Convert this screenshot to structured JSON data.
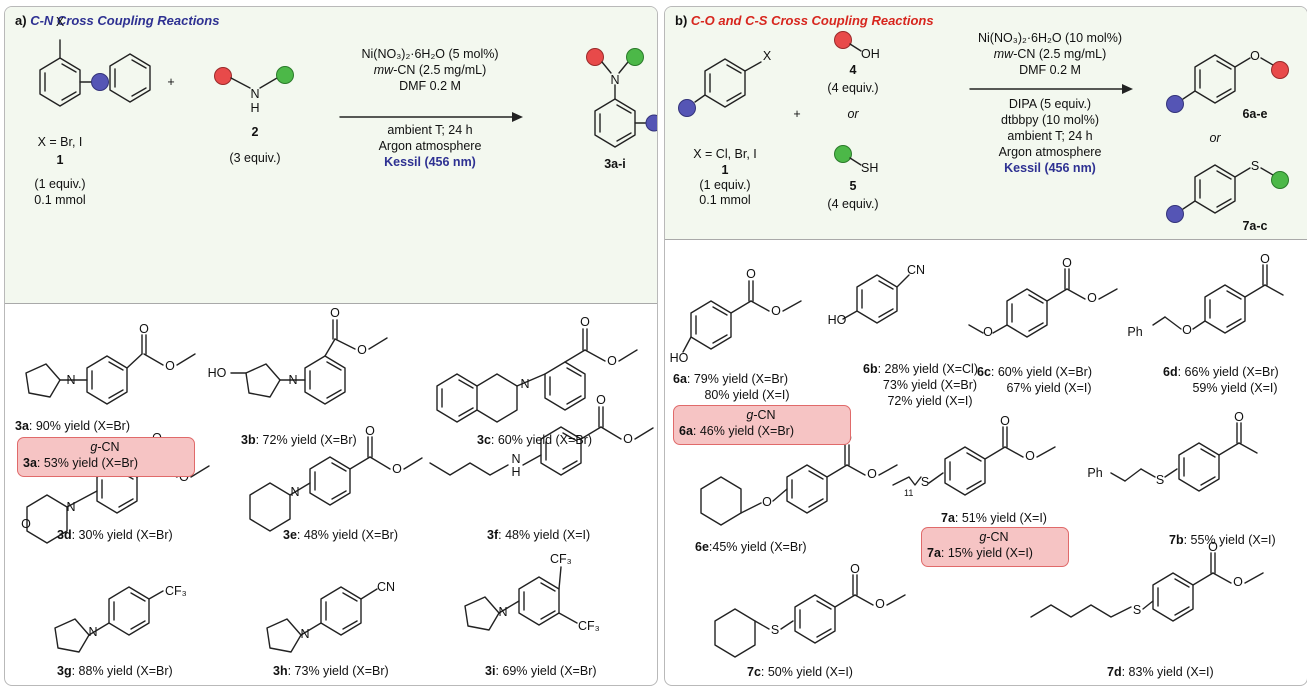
{
  "colors": {
    "accent_blue": "#2e3192",
    "accent_red": "#d7261e",
    "header_bg": "#f3f8ef",
    "badge_bg": "#f6c4c4",
    "badge_border": "#e06a6a",
    "ball_red": "#e84a4a",
    "ball_green": "#4cb848",
    "ball_blue": "#5555b5"
  },
  "panel_a": {
    "label": "a)",
    "heading": "C-N Cross Coupling Reactions",
    "x_group": "X",
    "x_def": "X = Br, I",
    "cmp1": "1",
    "eq1": "(1 equiv.)",
    "mmol": "0.1 mmol",
    "plus": "+",
    "nh": "N",
    "h": "H",
    "cmp2": "2",
    "eq2": "(3 equiv.)",
    "cond1": "Ni(NO₃)₂·6H₂O (5 mol%)",
    "cond2a": "mw",
    "cond2b": "-CN (2.5 mg/mL)",
    "cond3": "DMF 0.2 M",
    "cond4": "ambient T; 24 h",
    "cond5": "Argon atmosphere",
    "cond6": "Kessil (456 nm)",
    "prod_n": "N",
    "prod": "3a-i",
    "products": [
      {
        "id": "3a",
        "yield": ": 90% yield (X=Br)"
      },
      {
        "id": "3b",
        "yield": ": 72% yield (X=Br)"
      },
      {
        "id": "3c",
        "yield": ": 60% yield (X=Br)"
      },
      {
        "id": "3d",
        "yield": ": 30% yield (X=Br)"
      },
      {
        "id": "3e",
        "yield": ": 48% yield (X=Br)"
      },
      {
        "id": "3f",
        "yield": ": 48% yield (X=I)"
      },
      {
        "id": "3g",
        "yield": ": 88% yield (X=Br)"
      },
      {
        "id": "3h",
        "yield": ": 73% yield (X=Br)"
      },
      {
        "id": "3i",
        "yield": ": 69% yield (X=Br)"
      }
    ],
    "gcn": {
      "g": "g",
      "cn": "-CN",
      "id": "3a",
      "yield": ": 53% yield (X=Br)"
    },
    "atoms": {
      "O": "O",
      "N": "N",
      "HO": "HO",
      "H": "H",
      "CF3": "CF₃",
      "CN": "CN"
    }
  },
  "panel_b": {
    "label": "b)",
    "heading": "C-O and C-S Cross Coupling Reactions",
    "x_group": "X",
    "x_def": "X = Cl, Br, I",
    "cmp1": "1",
    "eq1": "(1 equiv.)",
    "mmol": "0.1 mmol",
    "plus": "+",
    "oh": "OH",
    "cmp4": "4",
    "eq4": "(4 equiv.)",
    "or": "or",
    "sh": "SH",
    "cmp5": "5",
    "eq5": "(4 equiv.)",
    "cond1": "Ni(NO₃)₂·6H₂O (10 mol%)",
    "cond2a": "mw",
    "cond2b": "-CN (2.5 mg/mL)",
    "cond3": "DMF 0.2 M",
    "cond4": "DIPA (5 equiv.)",
    "cond5": "dtbbpy (10 mol%)",
    "cond6": "ambient T; 24 h",
    "cond7": "Argon atmosphere",
    "cond8": "Kessil (456 nm)",
    "prod_o": "O",
    "prod6": "6a-e",
    "prod_or": "or",
    "prod_s": "S",
    "prod7": "7a-c",
    "p6a": {
      "id": "6a",
      "y1": ": 79% yield (X=Br)",
      "y2": "80% yield (X=I)"
    },
    "gcn6a": {
      "g": "g",
      "cn": "-CN",
      "id": "6a",
      "yield": ": 46% yield (X=Br)"
    },
    "p6b": {
      "id": "6b",
      "y1": ": 28% yield (X=Cl)",
      "y2": "73% yield (X=Br)",
      "y3": "72% yield (X=I)"
    },
    "p6c": {
      "id": "6c",
      "y1": ": 60% yield (X=Br)",
      "y2": "67% yield (X=I)"
    },
    "p6d": {
      "id": "6d",
      "y1": ": 66% yield (X=Br)",
      "y2": "59% yield (X=I)"
    },
    "p6e": {
      "id": "6e",
      "y1": ":45% yield (X=Br)"
    },
    "p7a": {
      "id": "7a",
      "y1": ": 51% yield (X=I)"
    },
    "gcn7a": {
      "g": "g",
      "cn": "-CN",
      "id": "7a",
      "yield": ": 15% yield (X=I)"
    },
    "p7b": {
      "id": "7b",
      "y1": ": 55% yield (X=I)"
    },
    "p7c": {
      "id": "7c",
      "y1": ": 50% yield (X=I)"
    },
    "p7d": {
      "id": "7d",
      "y1": ": 83% yield (X=I)"
    },
    "atoms": {
      "O": "O",
      "S": "S",
      "HO": "HO",
      "CN": "CN",
      "Ph": "Ph",
      "sub11": "11"
    }
  }
}
